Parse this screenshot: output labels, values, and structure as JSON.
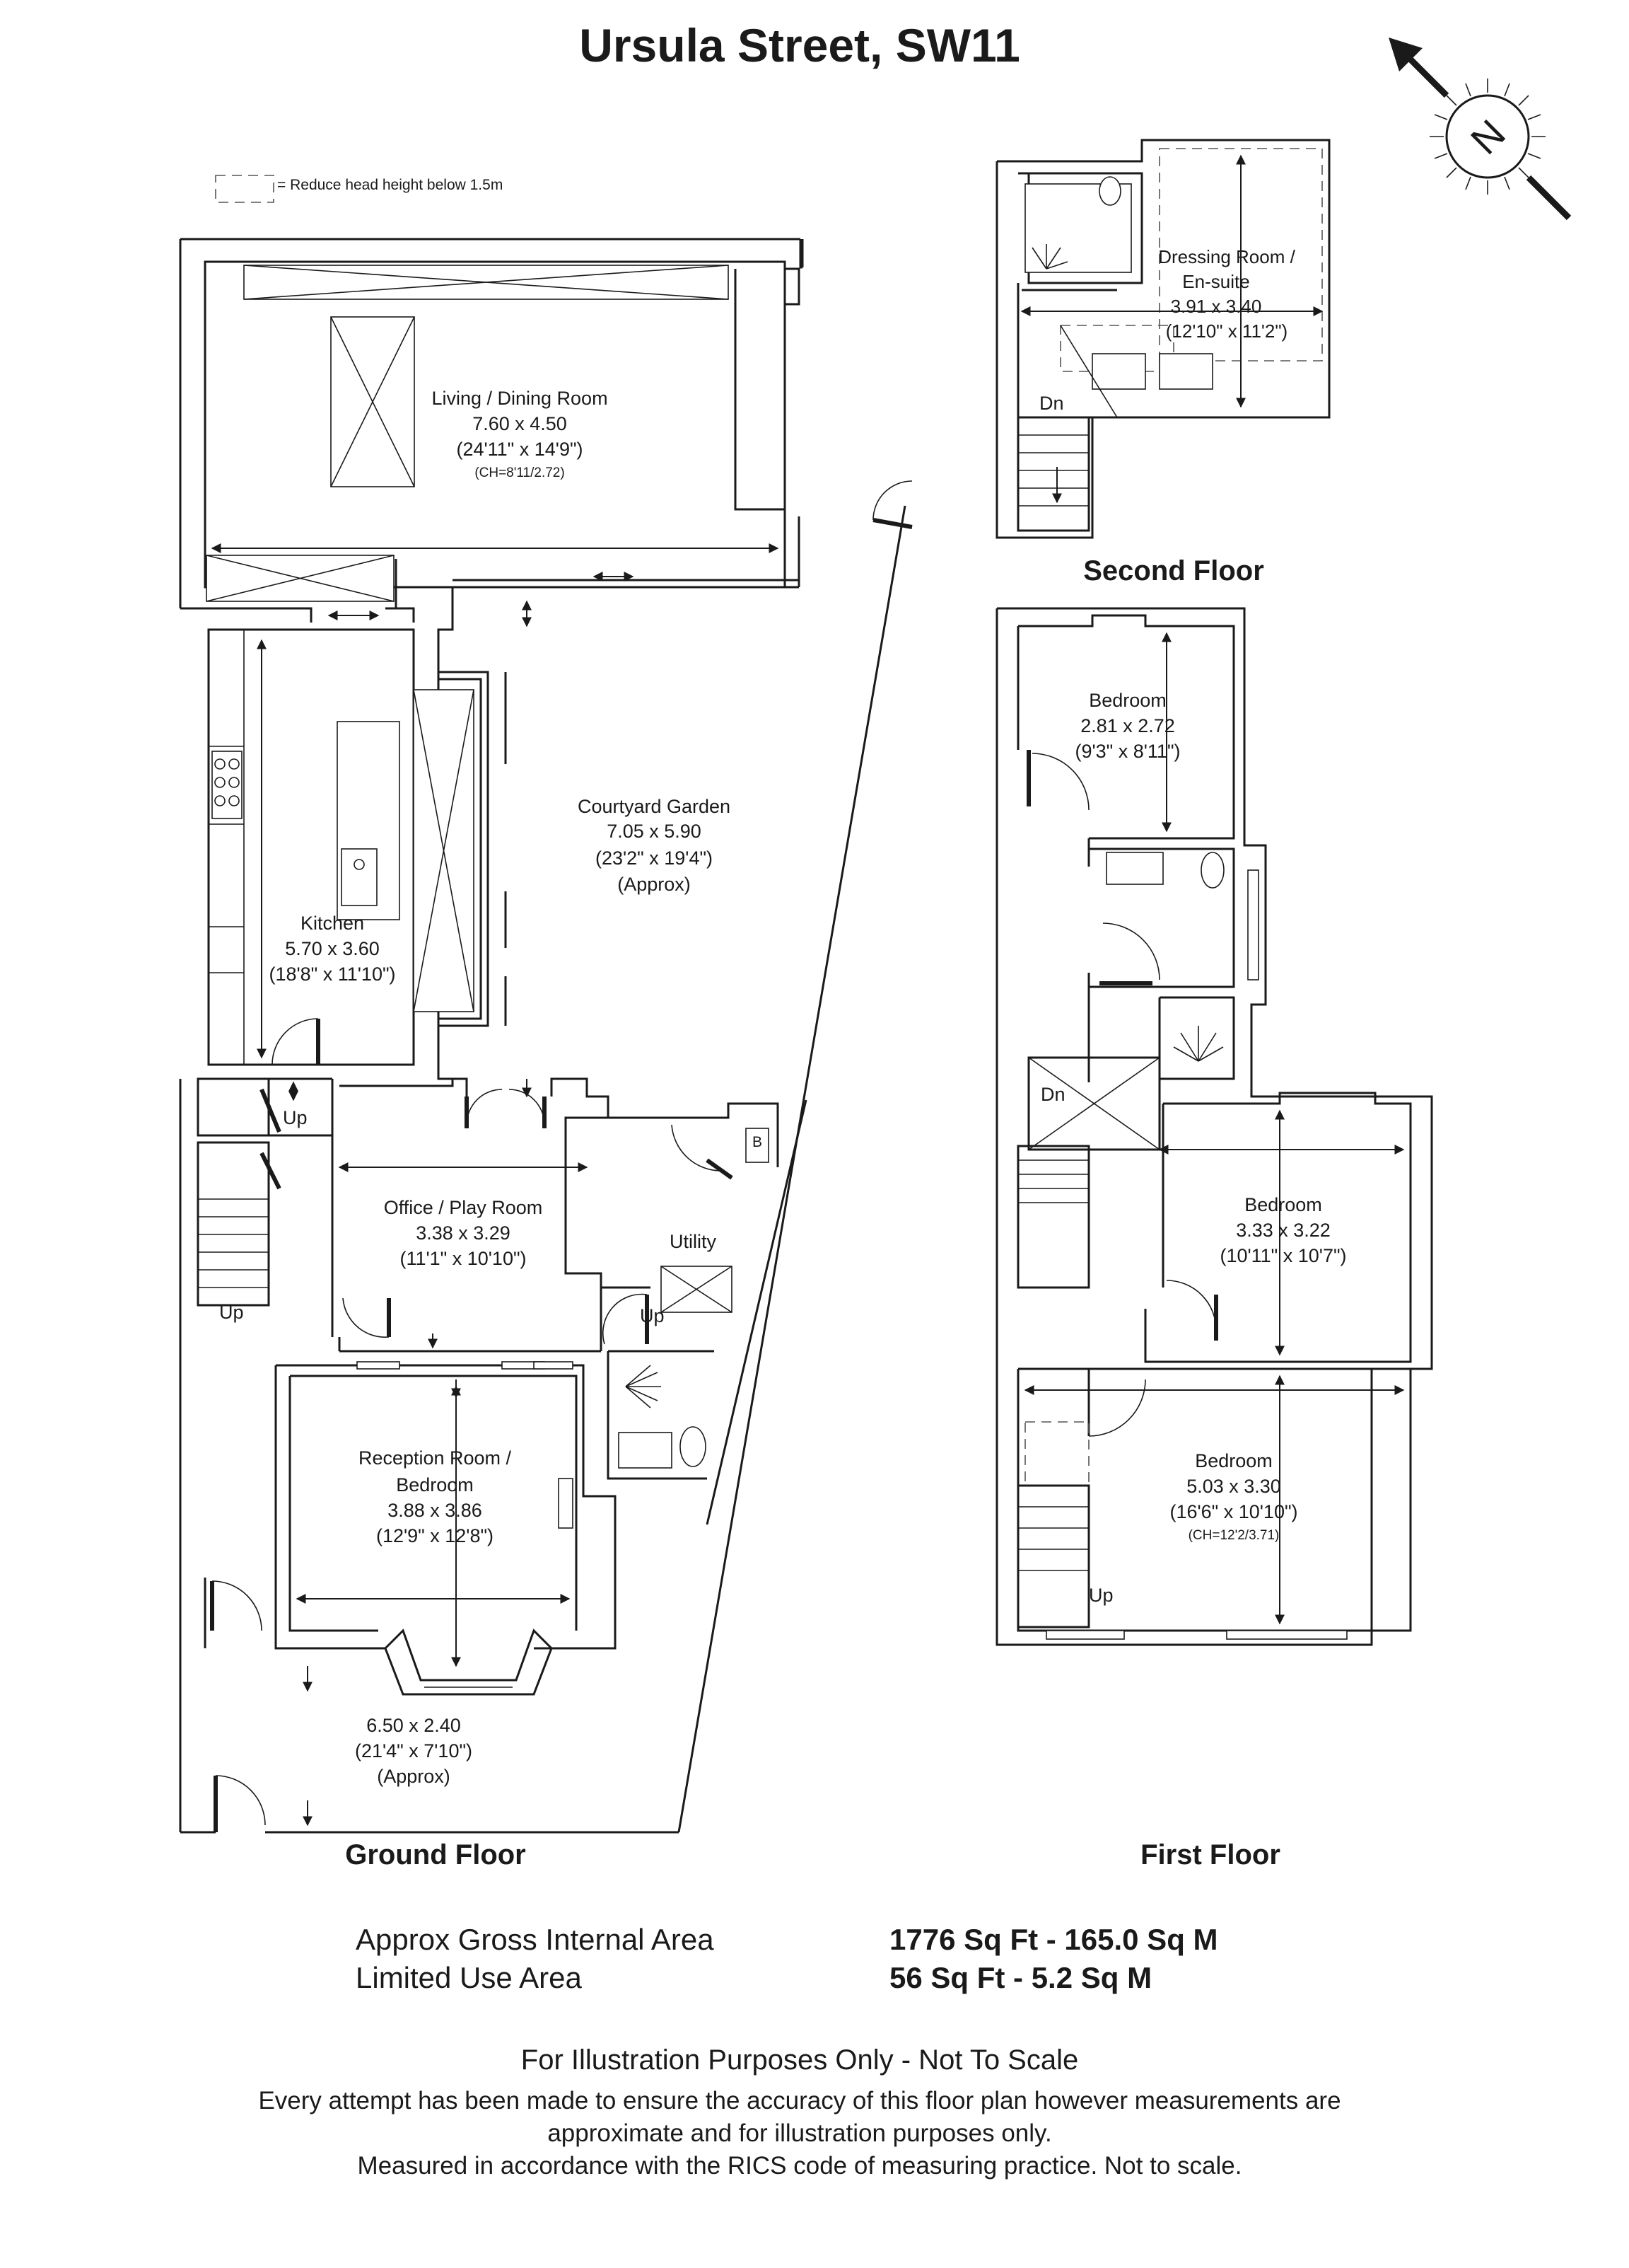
{
  "header": {
    "title": "Ursula Street, SW11"
  },
  "legend": {
    "text": "= Reduce head height below 1.5m"
  },
  "compass": {
    "label": "N",
    "icon": "compass-north-arrow-icon"
  },
  "floors": {
    "ground": "Ground Floor",
    "first": "First Floor",
    "second": "Second Floor"
  },
  "rooms": {
    "living": {
      "name": "Living / Dining Room",
      "metric": "7.60 x 4.50",
      "imperial": "(24'11\" x 14'9\")",
      "note": "(CH=8'11/2.72)"
    },
    "kitchen": {
      "name": "Kitchen",
      "metric": "5.70 x 3.60",
      "imperial": "(18'8\" x 11'10\")"
    },
    "courtyard": {
      "name": "Courtyard Garden",
      "metric": "7.05 x 5.90",
      "imperial": "(23'2\" x 19'4\")",
      "note": "(Approx)"
    },
    "office": {
      "name": "Office / Play Room",
      "metric": "3.38 x 3.29",
      "imperial": "(11'1\" x 10'10\")"
    },
    "utility": {
      "name": "Utility",
      "boiler": "B"
    },
    "reception": {
      "name1": "Reception Room /",
      "name2": "Bedroom",
      "metric": "3.88 x 3.86",
      "imperial": "(12'9\" x 12'8\")"
    },
    "front": {
      "metric": "6.50 x 2.40",
      "imperial": "(21'4\" x 7'10\")",
      "note": "(Approx)"
    },
    "bed1": {
      "name": "Bedroom",
      "metric": "2.81 x 2.72",
      "imperial": "(9'3\" x 8'11\")"
    },
    "bed2": {
      "name": "Bedroom",
      "metric": "3.33 x 3.22",
      "imperial": "(10'11\" x 10'7\")"
    },
    "bed3": {
      "name": "Bedroom",
      "metric": "5.03 x 3.30",
      "imperial": "(16'6\" x 10'10\")",
      "note": "(CH=12'2/3.71)"
    },
    "dressing": {
      "name1": "Dressing Room /",
      "name2": "En-suite",
      "metric": "3.91 x 3.40",
      "imperial": "(12'10\" x 11'2\")"
    }
  },
  "stairs": {
    "up": "Up",
    "down": "Dn"
  },
  "areas": {
    "gross_label": "Approx Gross Internal Area",
    "gross_value": "1776 Sq Ft - 165.0 Sq M",
    "limited_label": "Limited Use Area",
    "limited_value": "56 Sq Ft - 5.2 Sq M"
  },
  "disclaimer": {
    "line1": "For Illustration Purposes Only - Not To Scale",
    "line2": "Every attempt has been made to ensure the accuracy of this floor plan however measurements are",
    "line3": "approximate and for illustration purposes only.",
    "line4": "Measured in accordance with the RICS code of measuring practice. Not to scale."
  }
}
